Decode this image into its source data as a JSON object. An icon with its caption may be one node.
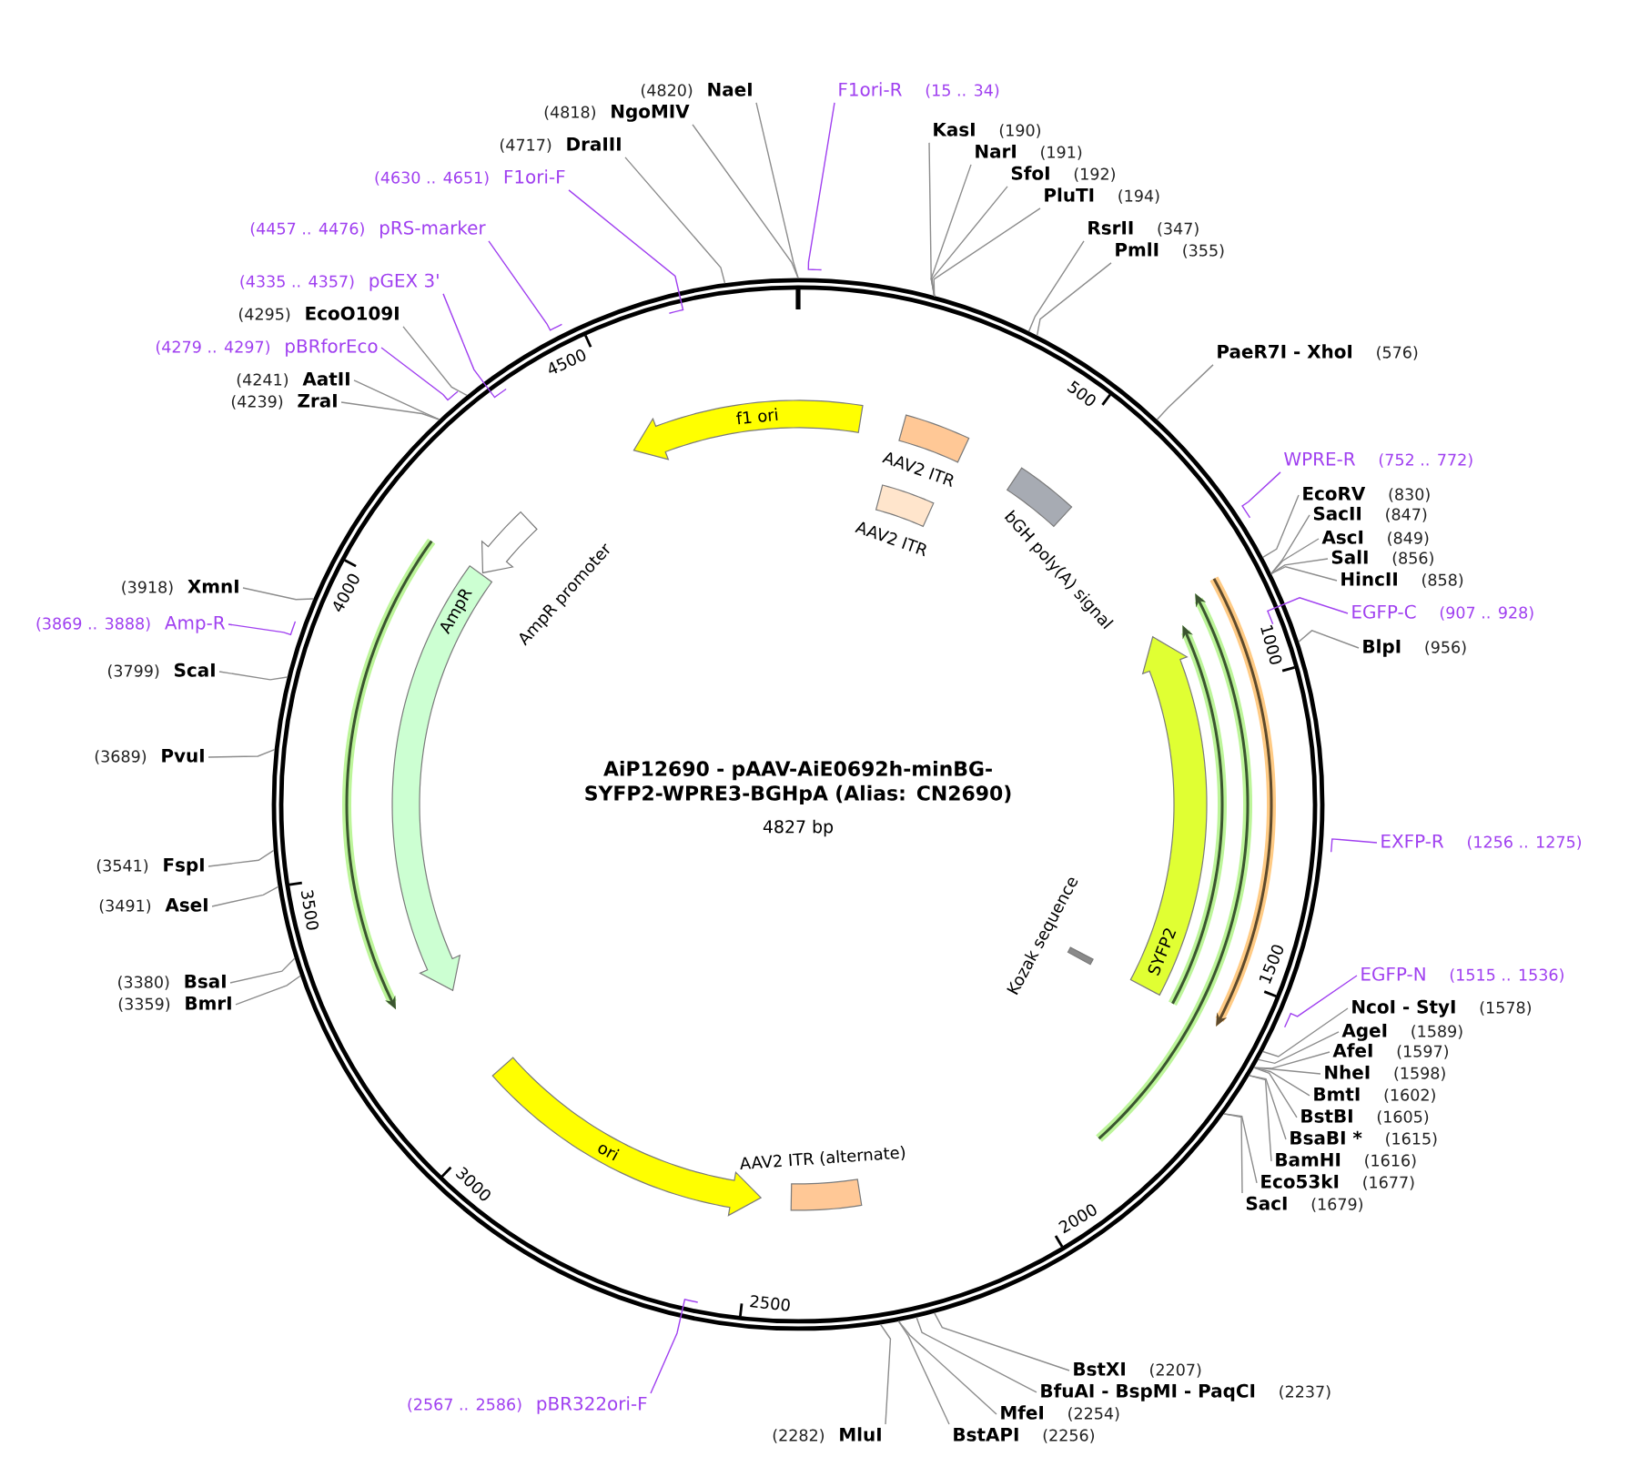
{
  "diagram": {
    "title": "AiP12690 - pAAV-AiE0692h-minBG-SYFP2-WPRE3-BGHpA (Alias: CN2690)",
    "nodes": [
      {
        "text": [],
        "shape": "circle"
      },
      {
        "text": [
          "f1 ori"
        ],
        "in": 0
      },
      {
        "text": [
          "AAV2 ITR"
        ],
        "in": 0
      },
      {
        "text": [
          "AAV2 ITR"
        ],
        "in": 0
      },
      {
        "text": [
          "bGH poly(A) signal"
        ],
        "in": 0
      },
      {
        "text": [
          "AmpR promoter"
        ],
        "in": 0
      },
      {
        "text": [
          "AmpR"
        ],
        "in": 0
      },
      {
        "text": [],
        "shape": "arrow",
        "in": 0
      },
      {
        "text": [],
        "shape": "arrow",
        "in": 0
      },
      {
        "text": [
          "SYFP2"
        ],
        "in": 8
      },
      {
        "text": [],
        "shape": "arrow",
        "in": 8
      },
      {
        "text": [],
        "shape": "arrow",
        "in": 0
      },
      {
        "text": [
          "Kozak sequence"
        ],
        "in": 0
      },
      {
        "text": [
          "ori"
        ],
        "in": 0
      },
      {
        "text": [
          "AAV2 ITR (alternate)"
        ],
        "in": 0
      },
      {
        "text": [
          "F1ori-R"
        ],
        "beside": [
          "(15 .. 34)"
        ]
      },
      {
        "text": [
          "KasI"
        ],
        "beside": [
          "(190)"
        ]
      },
      {
        "text": [
          "NarI"
        ],
        "beside": [
          "(191)"
        ]
      },
      {
        "text": [
          "SfoI"
        ],
        "beside": [
          "(192)"
        ]
      },
      {
        "text": [
          "PluTI"
        ],
        "beside": [
          "(194)"
        ]
      },
      {
        "text": [
          "RsrII"
        ],
        "beside": [
          "(347)"
        ]
      },
      {
        "text": [
          "PmlI"
        ],
        "beside": [
          "(355)"
        ]
      },
      {
        "text": [
          "PaeR7I - XhoI"
        ],
        "beside": [
          "(576)"
        ]
      },
      {
        "text": [
          "WPRE-R"
        ],
        "beside": [
          "(752 .. 772)"
        ]
      },
      {
        "text": [
          "EcoRV"
        ],
        "beside": [
          "(830)"
        ]
      },
      {
        "text": [
          "SacII"
        ],
        "beside": [
          "(847)"
        ]
      },
      {
        "text": [
          "AscI"
        ],
        "beside": [
          "(849)"
        ]
      },
      {
        "text": [
          "SalI"
        ],
        "beside": [
          "(856)"
        ]
      },
      {
        "text": [
          "HincII"
        ],
        "beside": [
          "(858)"
        ]
      },
      {
        "text": [
          "EGFP-C"
        ],
        "beside": [
          "(907 .. 928)"
        ]
      },
      {
        "text": [
          "BlpI"
        ],
        "beside": [
          "(956)"
        ]
      },
      {
        "text": [
          "EXFP-R"
        ],
        "beside": [
          "(1256 .. 1275)"
        ]
      },
      {
        "text": [
          "EGFP-N"
        ],
        "beside": [
          "(1515 .. 1536)"
        ]
      },
      {
        "text": [
          "NcoI - StyI"
        ],
        "beside": [
          "(1578)"
        ]
      },
      {
        "text": [
          "AgeI"
        ],
        "beside": [
          "(1589)"
        ]
      },
      {
        "text": [
          "AfeI"
        ],
        "beside": [
          "(1597)"
        ]
      },
      {
        "text": [
          "NheI"
        ],
        "beside": [
          "(1598)"
        ]
      },
      {
        "text": [
          "BmtI"
        ],
        "beside": [
          "(1602)"
        ]
      },
      {
        "text": [
          "BstBI"
        ],
        "beside": [
          "(1605)"
        ]
      },
      {
        "text": [
          "BsaBI *"
        ],
        "beside": [
          "(1615)"
        ]
      },
      {
        "text": [
          "BamHI"
        ],
        "beside": [
          "(1616)"
        ]
      },
      {
        "text": [
          "Eco53kI"
        ],
        "beside": [
          "(1677)"
        ]
      },
      {
        "text": [
          "SacI"
        ],
        "beside": [
          "(1679)"
        ]
      },
      {
        "text": [
          "BstXI"
        ],
        "beside": [
          "(2207)"
        ]
      },
      {
        "text": [
          "BfuAI - BspMI - PaqCI"
        ],
        "beside": [
          "(2237)"
        ]
      },
      {
        "text": [
          "MfeI"
        ],
        "beside": [
          "(2254)"
        ]
      },
      {
        "text": [
          "BstAPI"
        ],
        "beside": [
          "(2256)"
        ]
      },
      {
        "text": [
          "MluI"
        ],
        "beside": [
          "(2282)"
        ]
      },
      {
        "text": [
          "pBR322ori-F"
        ],
        "beside": [
          "(2567 .. 2586)"
        ]
      },
      {
        "text": [
          "BmrI"
        ],
        "beside": [
          "(3359)"
        ]
      },
      {
        "text": [
          "BsaI"
        ],
        "beside": [
          "(3380)"
        ]
      },
      {
        "text": [
          "AseI"
        ],
        "beside": [
          "(3491)"
        ]
      },
      {
        "text": [
          "FspI"
        ],
        "beside": [
          "(3541)"
        ]
      },
      {
        "text": [
          "PvuI"
        ],
        "beside": [
          "(3689)"
        ]
      },
      {
        "text": [
          "ScaI"
        ],
        "beside": [
          "(3799)"
        ]
      },
      {
        "text": [
          "Amp-R"
        ],
        "beside": [
          "(3869 .. 3888)"
        ]
      },
      {
        "text": [
          "XmnI"
        ],
        "beside": [
          "(3918)"
        ]
      },
      {
        "text": [
          "ZraI"
        ],
        "beside": [
          "(4239)"
        ]
      },
      {
        "text": [
          "AatII"
        ],
        "beside": [
          "(4241)"
        ]
      },
      {
        "text": [
          "pBRforEco"
        ],
        "beside": [
          "(4279 .. 4297)"
        ]
      },
      {
        "text": [
          "EcoO109I"
        ],
        "beside": [
          "(4295)"
        ]
      },
      {
        "text": [
          "pGEX 3'"
        ],
        "beside": [
          "(4335 .. 4357)"
        ]
      },
      {
        "text": [
          "pRS-marker"
        ],
        "beside": [
          "(4457 .. 4476)"
        ]
      },
      {
        "text": [
          "F1ori-F"
        ],
        "beside": [
          "(4630 .. 4651)"
        ]
      },
      {
        "text": [
          "DraIII"
        ],
        "beside": [
          "(4717)"
        ]
      },
      {
        "text": [
          "NgoMIV"
        ],
        "beside": [
          "(4818)"
        ]
      },
      {
        "text": [
          "NaeI"
        ],
        "beside": [
          "(4820)"
        ]
      }
    ],
    "edges": [
      {
        "from": 15,
        "to": 0,
        "arrow": "none",
        "color": "#a040f0"
      },
      {
        "from": 16,
        "to": 0,
        "arrow": "none"
      },
      {
        "from": 17,
        "to": 0,
        "arrow": "none"
      },
      {
        "from": 18,
        "to": 0,
        "arrow": "none"
      },
      {
        "from": 19,
        "to": 0,
        "arrow": "none"
      },
      {
        "from": 20,
        "to": 0,
        "arrow": "none"
      },
      {
        "from": 21,
        "to": 0,
        "arrow": "none"
      },
      {
        "from": 22,
        "to": 0,
        "arrow": "none"
      },
      {
        "from": 23,
        "to": 0,
        "arrow": "none",
        "color": "#a040f0"
      },
      {
        "from": 24,
        "to": 0,
        "arrow": "none"
      },
      {
        "from": 25,
        "to": 0,
        "arrow": "none"
      },
      {
        "from": 26,
        "to": 0,
        "arrow": "none"
      },
      {
        "from": 27,
        "to": 0,
        "arrow": "none"
      },
      {
        "from": 28,
        "to": 0,
        "arrow": "none"
      },
      {
        "from": 29,
        "to": 0,
        "arrow": "none",
        "color": "#a040f0"
      },
      {
        "from": 30,
        "to": 0,
        "arrow": "none"
      },
      {
        "from": 31,
        "to": 0,
        "arrow": "none",
        "color": "#a040f0"
      },
      {
        "from": 32,
        "to": 0,
        "arrow": "none",
        "color": "#a040f0"
      },
      {
        "from": 33,
        "to": 0,
        "arrow": "none"
      },
      {
        "from": 34,
        "to": 0,
        "arrow": "none"
      },
      {
        "from": 35,
        "to": 0,
        "arrow": "none"
      },
      {
        "from": 36,
        "to": 0,
        "arrow": "none"
      },
      {
        "from": 37,
        "to": 0,
        "arrow": "none"
      },
      {
        "from": 38,
        "to": 0,
        "arrow": "none"
      },
      {
        "from": 39,
        "to": 0,
        "arrow": "none"
      },
      {
        "from": 40,
        "to": 0,
        "arrow": "none"
      },
      {
        "from": 41,
        "to": 0,
        "arrow": "none"
      },
      {
        "from": 42,
        "to": 0,
        "arrow": "none"
      },
      {
        "from": 43,
        "to": 0,
        "arrow": "none"
      },
      {
        "from": 44,
        "to": 0,
        "arrow": "none"
      },
      {
        "from": 45,
        "to": 0,
        "arrow": "none"
      },
      {
        "from": 46,
        "to": 0,
        "arrow": "none"
      },
      {
        "from": 47,
        "to": 0,
        "arrow": "none"
      },
      {
        "from": 48,
        "to": 0,
        "arrow": "none",
        "color": "#a040f0"
      },
      {
        "from": 49,
        "to": 0,
        "arrow": "none"
      },
      {
        "from": 50,
        "to": 0,
        "arrow": "none"
      },
      {
        "from": 51,
        "to": 0,
        "arrow": "none"
      },
      {
        "from": 52,
        "to": 0,
        "arrow": "none"
      },
      {
        "from": 53,
        "to": 0,
        "arrow": "none"
      },
      {
        "from": 54,
        "to": 0,
        "arrow": "none"
      },
      {
        "from": 55,
        "to": 0,
        "arrow": "none",
        "color": "#a040f0"
      },
      {
        "from": 56,
        "to": 0,
        "arrow": "none"
      },
      {
        "from": 57,
        "to": 0,
        "arrow": "none"
      },
      {
        "from": 58,
        "to": 0,
        "arrow": "none"
      },
      {
        "from": 59,
        "to": 0,
        "arrow": "none",
        "color": "#a040f0"
      },
      {
        "from": 60,
        "to": 0,
        "arrow": "none"
      },
      {
        "from": 61,
        "to": 0,
        "arrow": "none",
        "color": "#a040f0"
      },
      {
        "from": 62,
        "to": 0,
        "arrow": "none",
        "color": "#a040f0"
      },
      {
        "from": 63,
        "to": 0,
        "arrow": "none",
        "color": "#a040f0"
      },
      {
        "from": 64,
        "to": 0,
        "arrow": "none"
      },
      {
        "from": 65,
        "to": 0,
        "arrow": "none"
      },
      {
        "from": 66,
        "to": 0,
        "arrow": "none"
      }
    ],
    "labels": [
      "4827 bp",
      "500",
      "1000",
      "1500",
      "2000",
      "2500",
      "3000",
      "3500",
      "4000",
      "4500"
    ]
  }
}
